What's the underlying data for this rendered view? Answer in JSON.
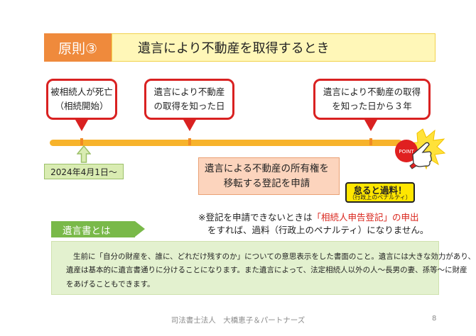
{
  "header": {
    "badge": "原則③",
    "title": "遺言により不動産を取得するとき"
  },
  "timeline": {
    "events": [
      {
        "line1": "被相続人が死亡",
        "line2": "（相続開始）"
      },
      {
        "line1": "遺言により不動産",
        "line2": "の取得を知った日"
      },
      {
        "line1": "遺言により不動産の取得",
        "line2": "を知った日から３年"
      }
    ],
    "start_date": "2024年4月1日〜"
  },
  "registration": {
    "line1": "遺言による不動産の所有権を",
    "line2": "移転する登記を申請"
  },
  "penalty": {
    "main": "怠ると過料！",
    "sub": "（行政上のペナルティ）",
    "point_label": "POINT"
  },
  "note": {
    "prefix": "※登記を申請できないときは",
    "highlight": "「相続人申告登記」の申出",
    "line2": "をすれば、過料（行政上のペナルティ）になりません。"
  },
  "definition": {
    "heading": "遺言書とは",
    "lines": [
      "生前に「自分の財産を、誰に、どれだけ残すのか」についての意思表示をした書面のこと。遺言には大きな効力があり、",
      "遺産は基本的に遺言書通りに分けることになります。また遺言によって、法定相続人以外の人〜長男の妻、孫等〜に財産",
      "をあげることもできます。"
    ]
  },
  "footer": {
    "text": "司法書士法人　大橋恵子＆パートナーズ",
    "page": "8"
  },
  "colors": {
    "accent_orange": "#ef8a3c",
    "callout_red": "#d92121",
    "timeline_yellow": "#f7b32b",
    "green": "#79b949",
    "penalty_yellow": "#ffe600"
  }
}
